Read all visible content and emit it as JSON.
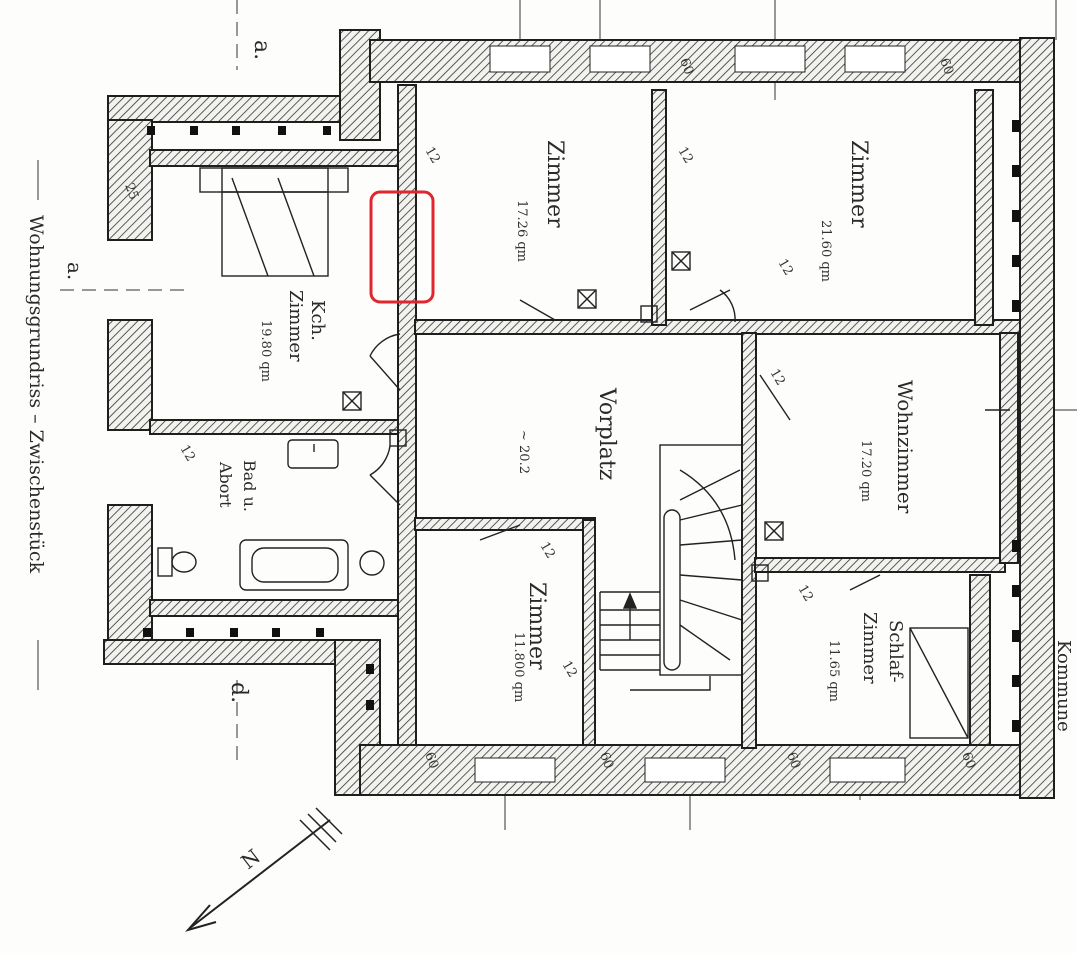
{
  "rooms": {
    "zimmer_top": {
      "name": "Zimmer",
      "area": "17.26 qm"
    },
    "zimmer_big": {
      "name": "Zimmer",
      "area": "21.60 qm"
    },
    "kueche": {
      "name": "Kch.",
      "sub": "Zimmer",
      "area": "19.80 qm"
    },
    "bad": {
      "name": "Bad u.",
      "sub": "Abort"
    },
    "vorplatz": {
      "name": "Vorplatz",
      "area": "~ 20.2"
    },
    "wohnzimmer": {
      "name": "Wohnzimmer",
      "area": "17.20 qm"
    },
    "zimmer_bottom": {
      "name": "Zimmer",
      "area": "11.800 qm"
    },
    "schlafzimmer": {
      "name": "Schlaf-",
      "sub": "Zimmer",
      "area": "11.65 qm"
    }
  },
  "wall_marks": {
    "inner": "12",
    "outer": "60",
    "side": "25"
  },
  "section_marks": {
    "a_top": "a.",
    "a_left": "a.",
    "d_bottom": "d."
  },
  "side_title": "Wohnungsgrundriss – Zwischenstück",
  "right_edge_text": "Kommune",
  "north_label": "N",
  "highlight": {
    "color": "#e0262e"
  }
}
